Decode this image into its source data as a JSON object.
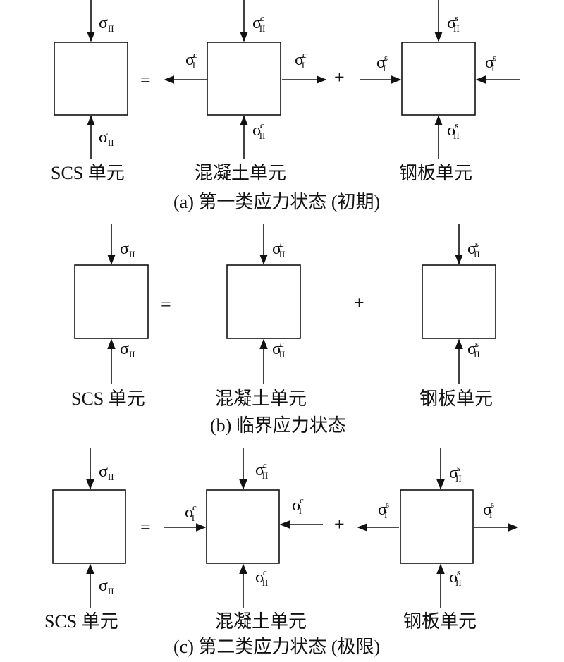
{
  "symbols": {
    "sigma": "σ",
    "sub_II": "II",
    "sub_I": "I",
    "sup_c": "c",
    "sup_s": "s"
  },
  "operators": {
    "equals": "=",
    "plus": "+"
  },
  "element_labels": {
    "scs": "SCS 单元",
    "concrete": "混凝土单元",
    "steel": "钢板单元"
  },
  "panels": [
    {
      "caption": "(a) 第一类应力状态 (初期)"
    },
    {
      "caption": "(b) 临界应力状态"
    },
    {
      "caption": "(c) 第二类应力状态 (极限)"
    }
  ]
}
